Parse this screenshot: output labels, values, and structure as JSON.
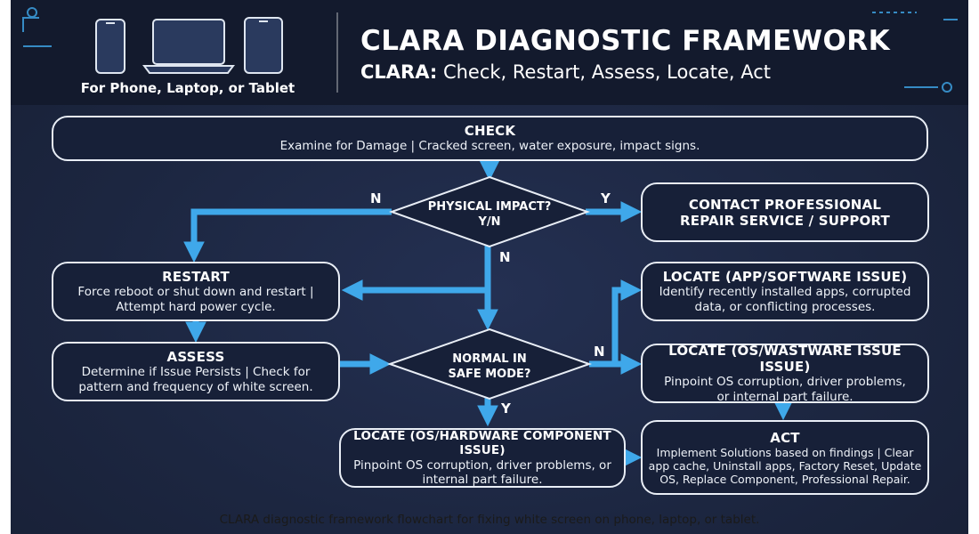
{
  "header": {
    "title": "CLARA DIAGNOSTIC FRAMEWORK",
    "subtitle_prefix": "CLARA:",
    "subtitle_rest": " Check, Restart, Assess, Locate, Act",
    "device_caption": "For Phone, Laptop, or Tablet",
    "device_icons": [
      "phone-icon",
      "laptop-icon",
      "tablet-icon"
    ]
  },
  "nodes": {
    "check": {
      "title": "CHECK",
      "body": "Examine for Damage | Cracked screen, water exposure, impact signs."
    },
    "physical_impact": {
      "line1": "PHYSICAL IMPACT?",
      "line2": "Y/N"
    },
    "contact": {
      "line1": "CONTACT PROFESSIONAL",
      "line2": "REPAIR SERVICE / SUPPORT"
    },
    "restart": {
      "title": "RESTART",
      "line1": "Force reboot or shut down and restart |",
      "line2": "Attempt hard power cycle."
    },
    "assess": {
      "title": "ASSESS",
      "line1": "Determine if Issue Persists | Check for",
      "line2": "pattern and frequency of white screen."
    },
    "safe_mode": {
      "line1": "NORMAL IN",
      "line2": "SAFE MODE?"
    },
    "locate_app": {
      "title": "LOCATE (APP/SOFTWARE ISSUE)",
      "line1": "Identify recently installed apps, corrupted",
      "line2": "data, or conflicting processes."
    },
    "locate_os": {
      "title": "LOCATE (OS/WASTWARE ISSUE ISSUE)",
      "line1": "Pinpoint OS corruption, driver problems,",
      "line2": "or internal part failure."
    },
    "locate_hw": {
      "title": "LOCATE (OS/HARDWARE COMPONENT ISSUE)",
      "line1": "Pinpoint OS corruption, driver problems, or",
      "line2": "internal part failure."
    },
    "act": {
      "title": "ACT",
      "line1": "Implement Solutions based on findings | Clear",
      "line2": "app cache, Uninstall apps, Factory Reset, Update",
      "line3": "OS, Replace Component, Professional Repair."
    }
  },
  "labels": {
    "impact_no": "N",
    "impact_yes": "Y",
    "impact_down_no": "N",
    "safe_no": "N",
    "safe_yes": "Y"
  },
  "caption": "CLARA diagnostic framework flowchart for fixing white screen on phone, laptop, or tablet.",
  "colors": {
    "background": "#1c2640",
    "header": "#131a2d",
    "box_fill": "#172038",
    "border": "#e9eef6",
    "arrow": "#3fa8ea"
  }
}
